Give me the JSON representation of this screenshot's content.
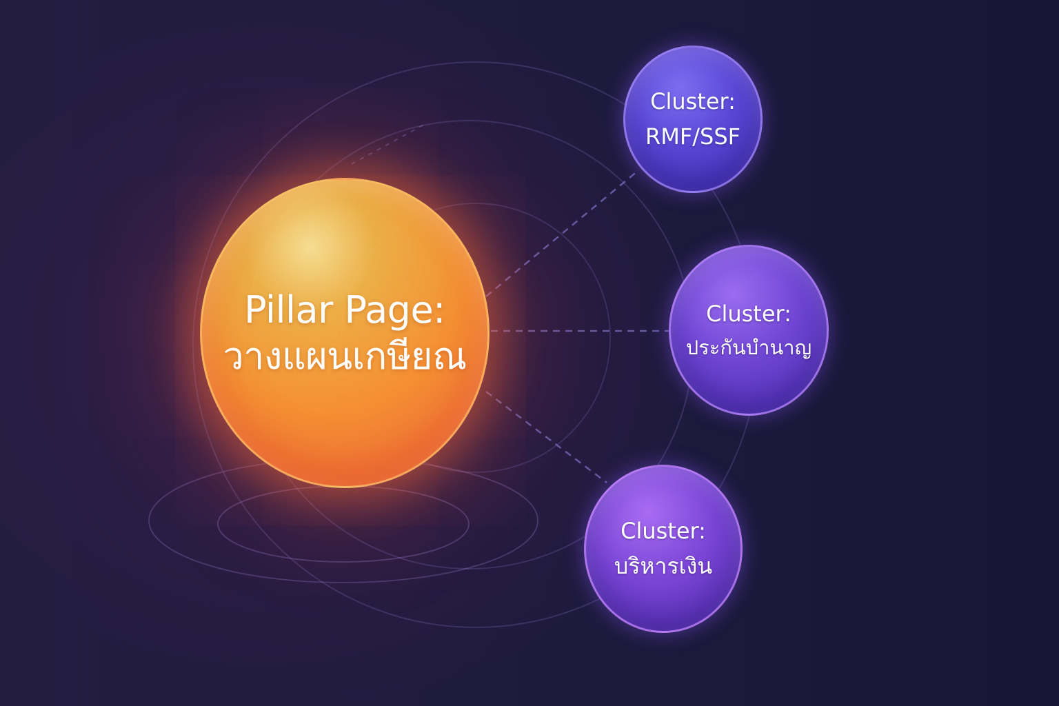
{
  "pillar": {
    "title_line1": "Pillar Page:",
    "title_line2": "วางแผนเกษียณ"
  },
  "clusters": [
    {
      "line1": "Cluster:",
      "line2": "RMF/SSF"
    },
    {
      "line1": "Cluster:",
      "line2": "ประกันบำนาญ"
    },
    {
      "line1": "Cluster:",
      "line2": "บริหารเงิน"
    }
  ],
  "colors": {
    "pillar_orange": "#f0663a",
    "pillar_highlight": "#ffd36a",
    "cluster_blue": "#5a47d6",
    "cluster_purple": "#6f45d4",
    "cluster_violet": "#7a45d6",
    "background": "#1b1838",
    "connector_line": "#7c6fc0"
  }
}
